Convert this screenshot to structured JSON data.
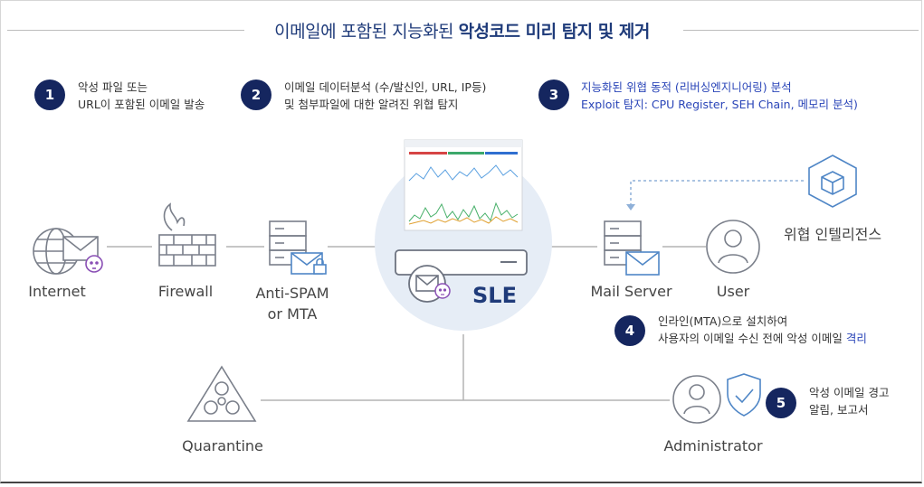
{
  "title": {
    "prefix": "이메일에 포함된 지능화된 ",
    "emphasis": "악성코드 미리 탐지 및 제거"
  },
  "steps": [
    {
      "number": "1",
      "line1": "악성 파일 또는",
      "line2": "URL이 포함된 이메일 발송"
    },
    {
      "number": "2",
      "line1": "이메일 데이터분석 (수/발신인, URL, IP등)",
      "line2": "및 첨부파일에 대한 알려진 위협 탐지"
    },
    {
      "number": "3",
      "line1": "지능화된 위협 동적 (리버싱엔지니어링) 분석",
      "line2": "Exploit 탐지: CPU Register, SEH Chain, 메모리 분석)"
    },
    {
      "number": "4",
      "line1": "인라인(MTA)으로 설치하여",
      "line2_plain": "사용자의 이메일 수신 전에 악성 이메일 ",
      "line2_highlight": "격리"
    },
    {
      "number": "5",
      "line1": "악성 이메일 경고",
      "line2": "알림, 보고서"
    }
  ],
  "nodes": {
    "internet": "Internet",
    "firewall": "Firewall",
    "antispam_line1": "Anti-SPAM",
    "antispam_line2": "or MTA",
    "sle": "SLE",
    "mail_server": "Mail Server",
    "user": "User",
    "threat_intel": "위협 인텔리전스",
    "quarantine": "Quarantine",
    "administrator": "Administrator"
  },
  "colors": {
    "navy": "#15265f",
    "title_blue": "#1f3b7a",
    "highlight_blue": "#2a45b8",
    "icon_gray": "#7a7f8a",
    "accent_blue": "#4f86c6",
    "skull_purple": "#8a4fb5",
    "sle_circle": "#e6edf6"
  }
}
